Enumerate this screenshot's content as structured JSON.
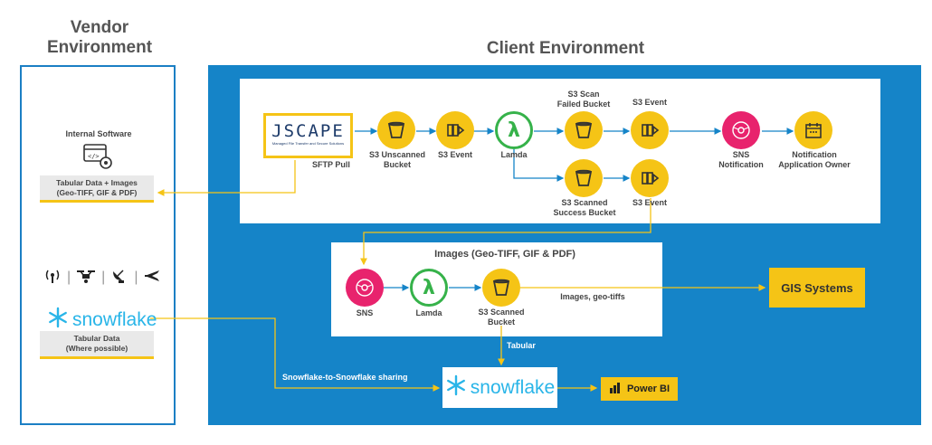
{
  "titles": {
    "vendor": "Vendor Environment",
    "client": "Client Environment"
  },
  "vendor": {
    "internal_software": "Internal Software",
    "tabular_images_line1": "Tabular Data + Images",
    "tabular_images_line2": "(Geo-TIFF, GIF & PDF)",
    "tabular_line1": "Tabular Data",
    "tabular_line2": "(Where possible)",
    "snowflake": "snowflake"
  },
  "top_panel": {
    "jscape": "JSCAPE",
    "jscape_sub": "Managed File Transfer and Secure Solutions",
    "sftp_pull": "SFTP Pull",
    "s3_unscanned_1": "S3 Unscanned",
    "s3_unscanned_2": "Bucket",
    "s3_event": "S3 Event",
    "lamda": "Lamda",
    "scan_failed_1": "S3 Scan",
    "scan_failed_2": "Failed Bucket",
    "s3_event_top": "S3 Event",
    "scanned_success_1": "S3 Scanned",
    "scanned_success_2": "Success Bucket",
    "s3_event_bottom": "S3 Event",
    "sns_1": "SNS",
    "sns_2": "Notification",
    "notif_1": "Notification",
    "notif_2": "Application Owner"
  },
  "middle_panel": {
    "title": "Images (Geo-TIFF, GIF & PDF)",
    "sns": "SNS",
    "lamda": "Lamda",
    "scanned_1": "S3 Scanned",
    "scanned_2": "Bucket",
    "geo_label": "Images, geo-tiffs"
  },
  "gis": "GIS Systems",
  "tabular": "Tabular",
  "sharing": "Snowflake-to-Snowflake sharing",
  "client_snowflake": "snowflake",
  "power_bi": "Power BI",
  "colors": {
    "blue": "#1584c8",
    "yellow": "#f5c416",
    "green": "#36b24a",
    "pink": "#e8236d"
  }
}
